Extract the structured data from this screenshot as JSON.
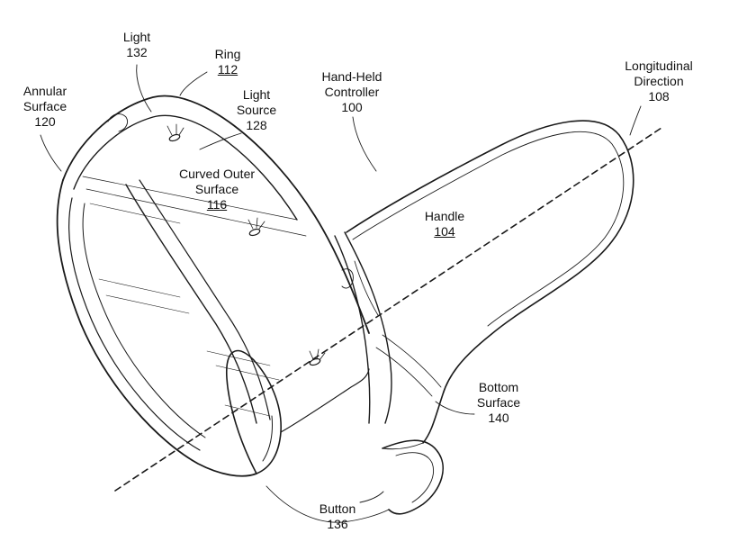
{
  "labels": {
    "light": {
      "name": "Light",
      "number": "132"
    },
    "ring": {
      "name": "Ring",
      "number": "112"
    },
    "annular_surface": {
      "name_line1": "Annular",
      "name_line2": "Surface",
      "number": "120"
    },
    "light_source": {
      "name_line1": "Light",
      "name_line2": "Source",
      "number": "128"
    },
    "hand_held_controller": {
      "name_line1": "Hand-Held",
      "name_line2": "Controller",
      "number": "100"
    },
    "longitudinal_direction": {
      "name_line1": "Longitudinal",
      "name_line2": "Direction",
      "number": "108"
    },
    "curved_outer_surface": {
      "name_line1": "Curved Outer",
      "name_line2": "Surface",
      "number": "116"
    },
    "handle": {
      "name": "Handle",
      "number": "104"
    },
    "bottom_surface": {
      "name_line1": "Bottom",
      "name_line2": "Surface",
      "number": "140"
    },
    "button": {
      "name": "Button",
      "number": "136"
    }
  },
  "colors": {
    "ink": "#1a1a1a",
    "background": "#ffffff"
  }
}
